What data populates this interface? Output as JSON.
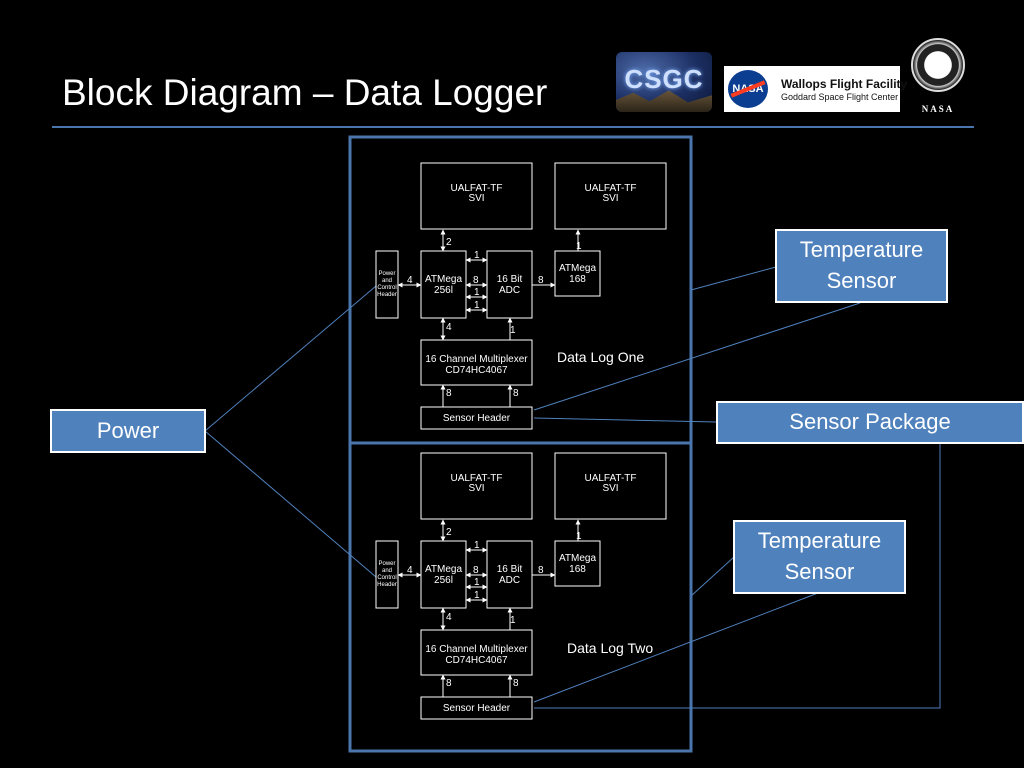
{
  "slide": {
    "title": "Block Diagram – Data Logger",
    "accent_color": "#4a76ad",
    "box_color": "#4f81bd"
  },
  "logos": {
    "csgc": "CSGC",
    "wallops_line1": "Wallops Flight Facility",
    "wallops_line2": "Goddard Space Flight Center",
    "nasa_meatball": "NASA",
    "seal_label": "NASA"
  },
  "callouts": {
    "power": "Power",
    "temperature_sensor_1": "Temperature\nSensor",
    "sensor_package": "Sensor Package",
    "temperature_sensor_2": "Temperature\nSensor"
  },
  "labels": {
    "data_log_one": "Data Log One",
    "data_log_two": "Data Log Two"
  },
  "logger": {
    "ualfat": [
      "UALFAT-TF",
      "SVI"
    ],
    "power_header": [
      "Power",
      "and",
      "Control",
      "Header"
    ],
    "atmega256": [
      "ATMega",
      "256l"
    ],
    "adc": [
      "16 Bit",
      "ADC"
    ],
    "atmega168": [
      "ATMega",
      "168"
    ],
    "mux": [
      "16 Channel Multiplexer",
      "CD74HC4067"
    ],
    "sensor_header": "Sensor Header",
    "num_2": "2",
    "num_4": "4",
    "num_8": "8",
    "num_1": "1"
  }
}
